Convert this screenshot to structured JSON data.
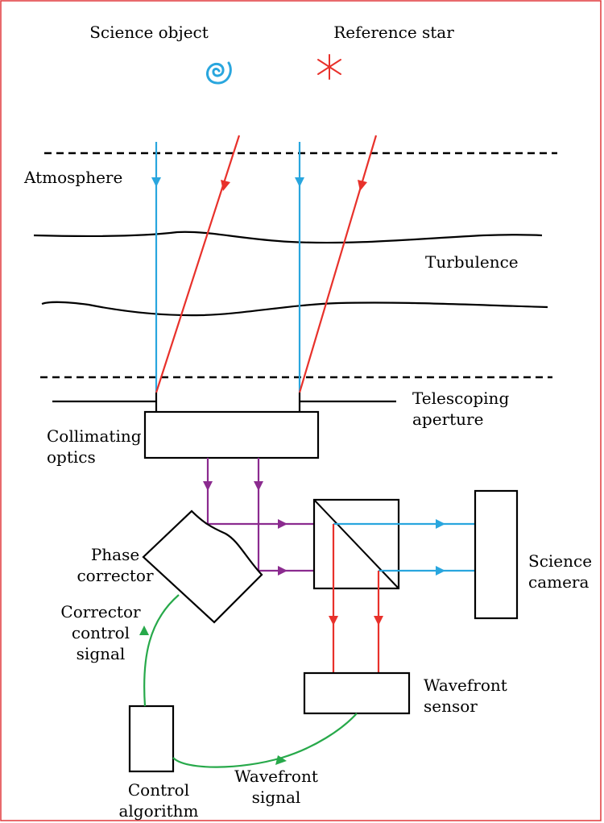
{
  "colors": {
    "frame": "#e0393b",
    "science_light": "#29a6de",
    "reference_light": "#e8312b",
    "collimated_light": "#8b2b8f",
    "control_signal": "#27a94a",
    "line": "#000000"
  },
  "labels": {
    "science_object": "Science object",
    "reference_star": "Reference star",
    "atmosphere": "Atmosphere",
    "turbulence": "Turbulence",
    "telescoping_aperture": [
      "Telescoping",
      "aperture"
    ],
    "collimating_optics": [
      "Collimating",
      "optics"
    ],
    "phase_corrector": [
      "Phase",
      "corrector"
    ],
    "science_camera": [
      "Science",
      "camera"
    ],
    "corrector_control_signal": [
      "Corrector",
      "control",
      "signal"
    ],
    "wavefront_sensor": [
      "Wavefront",
      "sensor"
    ],
    "control_algorithm": [
      "Control",
      "algorithm"
    ],
    "wavefront_signal": [
      "Wavefront",
      "signal"
    ]
  },
  "icons": {
    "science_object": "spiral-galaxy-icon",
    "reference_star": "star-asterisk-icon"
  }
}
